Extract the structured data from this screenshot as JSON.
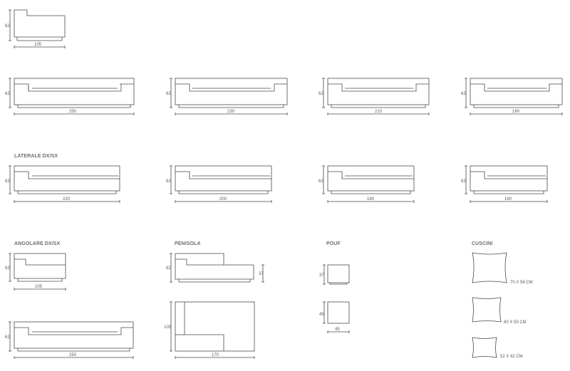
{
  "sections": {
    "laterale": "LATERALE DX/SX",
    "angolare": "ANGOLARE DX/SX",
    "penisola": "PENISOLA",
    "pouf": "POUF",
    "cuscini": "CUSCINI"
  },
  "modules": {
    "top": {
      "width": "105",
      "height": "62"
    },
    "row1": [
      {
        "width": "250",
        "height": "62"
      },
      {
        "width": "230",
        "height": "62"
      },
      {
        "width": "210",
        "height": "62"
      },
      {
        "width": "190",
        "height": "62"
      }
    ],
    "laterale": [
      {
        "width": "220",
        "height": "62"
      },
      {
        "width": "200",
        "height": "62"
      },
      {
        "width": "180",
        "height": "62"
      },
      {
        "width": "160",
        "height": "62"
      }
    ],
    "angolare_small": {
      "width": "105",
      "height": "62"
    },
    "angolare_large": {
      "width": "250",
      "height": "62"
    },
    "penisola_side": {
      "height_back": "62",
      "height_seat": "37"
    },
    "penisola_plan": {
      "width": "170",
      "depth": "105"
    },
    "pouf_side": {
      "height": "37"
    },
    "pouf_plan": {
      "width": "45",
      "depth": "45"
    }
  },
  "cushions": [
    {
      "label": "70 X 58 CM"
    },
    {
      "label": "60 X 50 CM"
    },
    {
      "label": "52 X 42 CM"
    }
  ]
}
